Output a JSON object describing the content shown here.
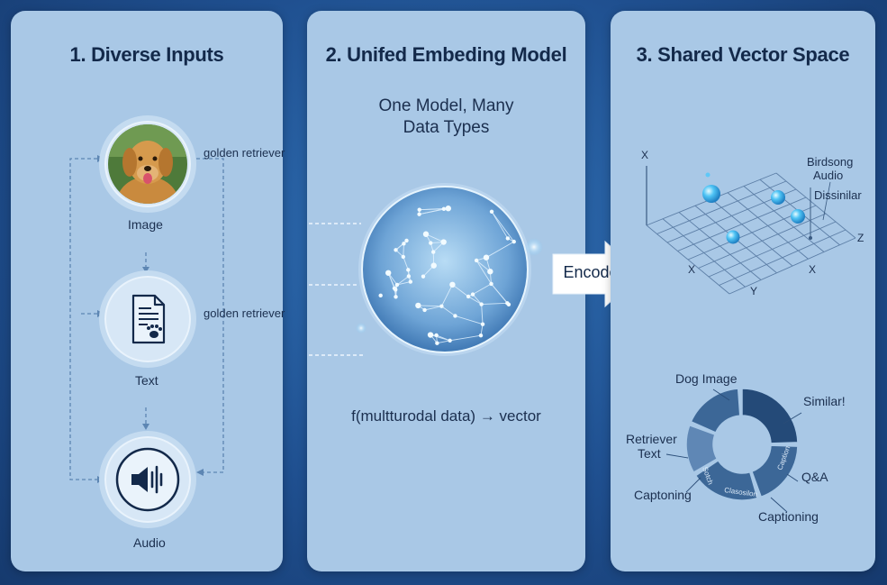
{
  "panel1": {
    "title": "1. Diverse Inputs",
    "inputs": [
      {
        "label": "Image",
        "caption": "golden retriever",
        "icon": "dog-photo-icon"
      },
      {
        "label": "Text",
        "caption": "golden retriever",
        "icon": "document-paw-icon"
      },
      {
        "label": "Audio",
        "caption": "",
        "icon": "speaker-icon"
      }
    ]
  },
  "panel2": {
    "title": "2. Unifed Embeding Model",
    "subtitle_line1": "One Model, Many",
    "subtitle_line2": "Data Types",
    "formula": "f(multturodal data) → vector",
    "icon": "neural-sphere-icon"
  },
  "encode": {
    "label": "Encode"
  },
  "panel3": {
    "title": "3. Shared Vector Space",
    "axes": {
      "x": "X",
      "x2": "X",
      "x3": "X",
      "y": "Y",
      "z": "Z"
    },
    "annotations": {
      "birdsong_line1": "Birdsong",
      "birdsong_line2": "Audio",
      "dissimilar": "Dissinilar"
    },
    "donut": {
      "labels": {
        "dog_image": "Dog Image",
        "similar": "Similar!",
        "retriever_line1": "Retriever",
        "retriever_line2": "Text",
        "qa": "Q&A",
        "captioning_left": "Captoning",
        "captioning_bottom": "Captioning"
      },
      "segment_texts": [
        "Sotch",
        "Caption",
        "Clasosilon"
      ]
    }
  },
  "colors": {
    "background": "#1f4f8f",
    "panel": "#a9c8e6",
    "title": "#13294a",
    "donut_dark": "#244a78",
    "donut_mid": "#3c6797",
    "donut_light": "#5f87b5",
    "glow": "#7fd0ff"
  }
}
